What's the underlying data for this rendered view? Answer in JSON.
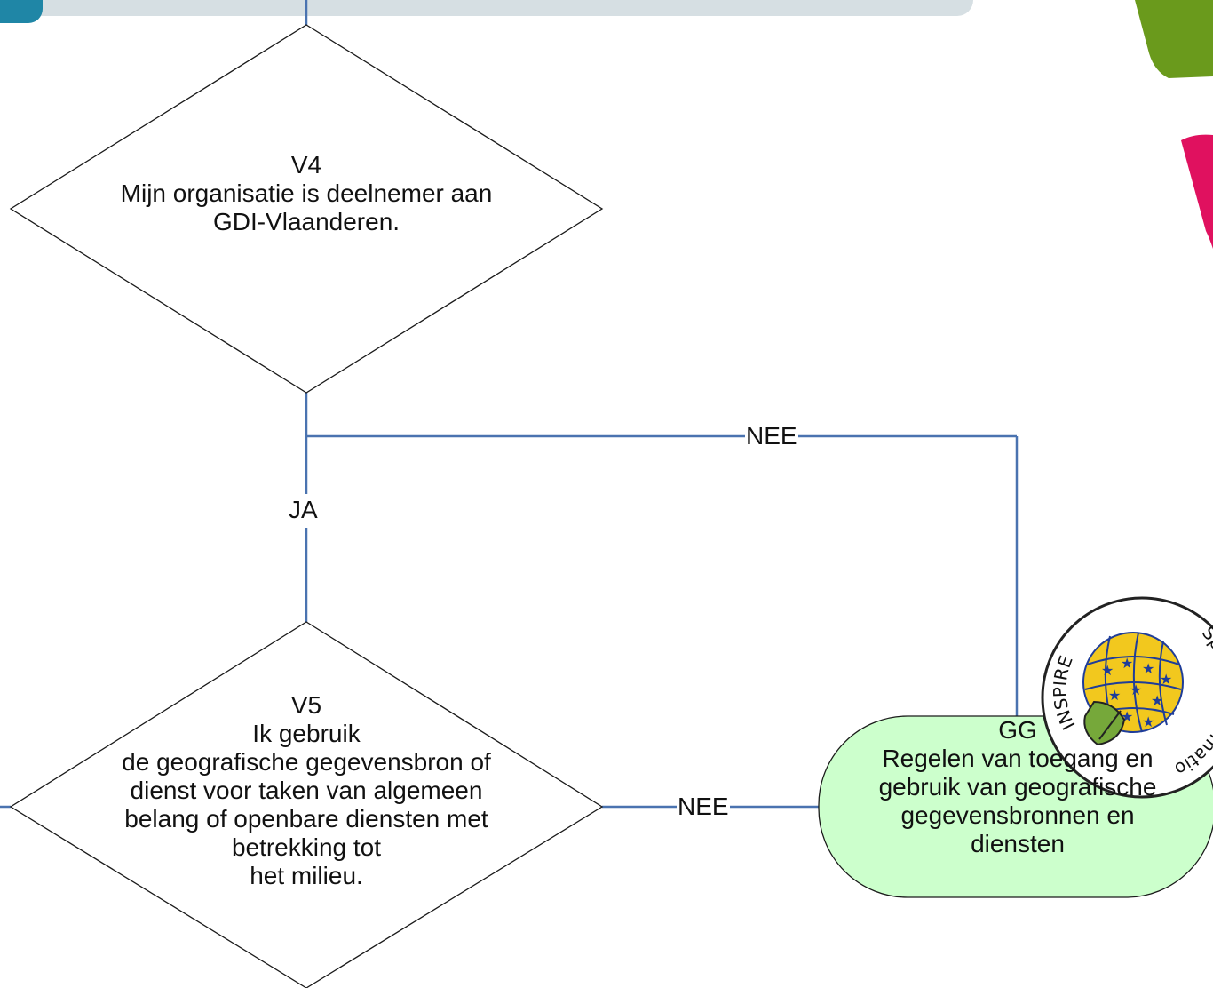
{
  "nodes": {
    "v4": {
      "code": "V4",
      "lines": [
        "Mijn organisatie is deelnemer aan",
        "GDI-Vlaanderen."
      ]
    },
    "v5": {
      "code": "V5",
      "lines": [
        "Ik gebruik",
        "de geografische gegevensbron of",
        "dienst voor taken van algemeen",
        "belang of openbare diensten met",
        "betrekking tot",
        "het milieu."
      ]
    },
    "gg": {
      "code": "GG",
      "lines": [
        "Regelen van toegang en",
        "gebruik van geografische",
        "gegevensbronnen en",
        "diensten"
      ]
    }
  },
  "edges": {
    "v4_yes": "JA",
    "v4_no": "NEE",
    "v5_no": "NEE"
  },
  "logo": {
    "text_lines": [
      "INSPIRE",
      "Spatial Information"
    ]
  },
  "colors": {
    "connector": "#4a73b0",
    "diamond_stroke": "#1a1a1a",
    "gg_fill": "#ccffcc",
    "header_band": "#d6dfe3",
    "header_tab": "#1f86a6",
    "deco_green": "#6a9a1c",
    "deco_magenta": "#e0115f",
    "logo_yellow": "#f2c81e",
    "logo_blue": "#1f3d99",
    "logo_leaf": "#76a83a"
  }
}
